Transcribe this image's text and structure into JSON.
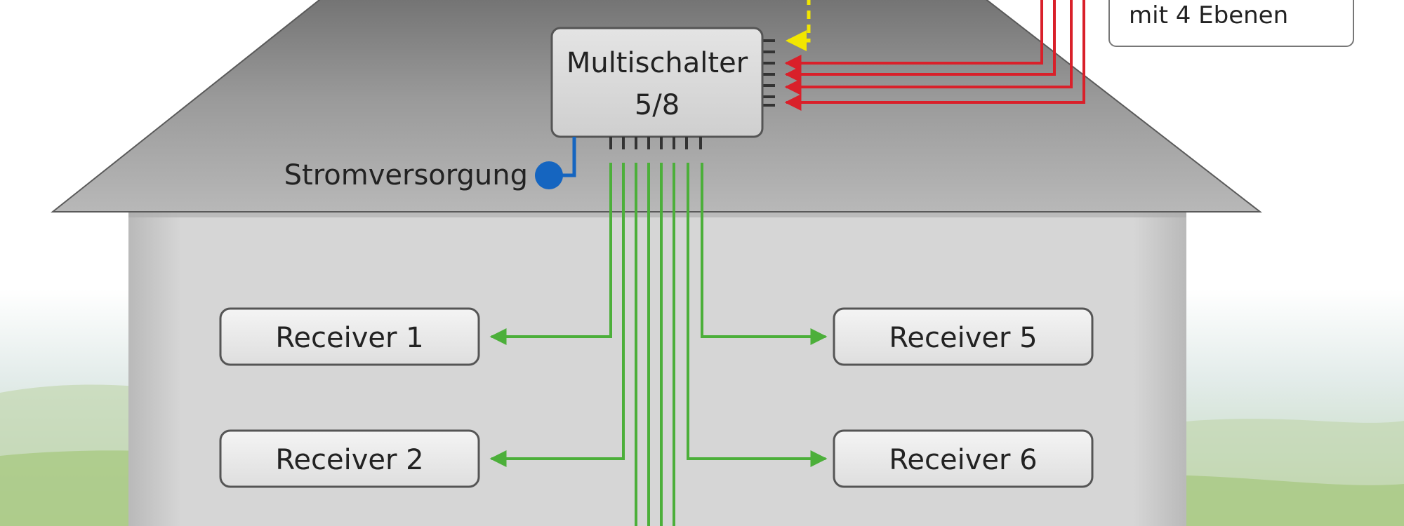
{
  "multiswitch": {
    "line1": "Multischalter",
    "line2": "5/8"
  },
  "power_label": "Stromversorgung",
  "lnb_note": "mit 4 Ebenen",
  "receivers": {
    "r1": "Receiver 1",
    "r2": "Receiver 2",
    "r5": "Receiver 5",
    "r6": "Receiver 6"
  },
  "colors": {
    "satellite_lines": "#d9202a",
    "terrestrial_line": "#f2e600",
    "receiver_lines": "#4caf3a",
    "power_line": "#1565c0",
    "roof": "#8e8e8e",
    "wall": "#d4d4d4",
    "box_fill": "#ededed"
  }
}
